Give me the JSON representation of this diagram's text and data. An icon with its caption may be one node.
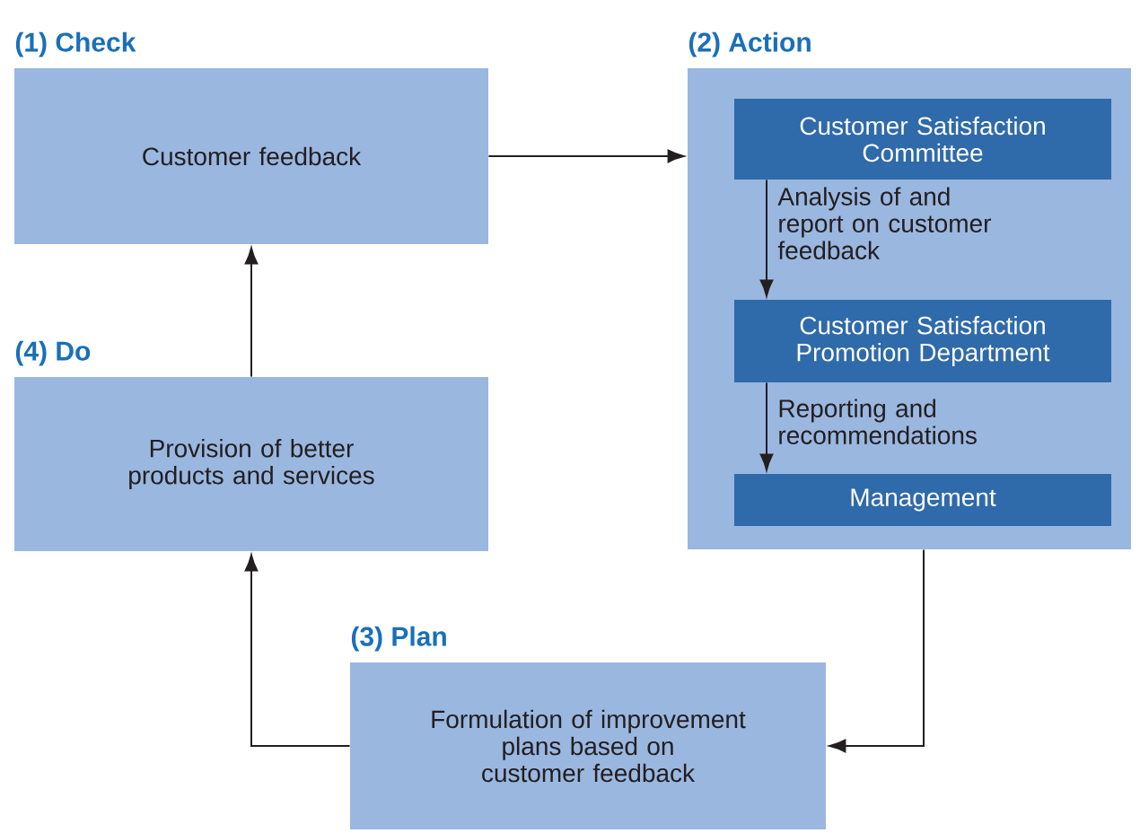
{
  "diagram": {
    "nodes": [
      {
        "text": [
          "(1) Check",
          "Customer feedback"
        ]
      },
      {
        "text": [
          "(2) Action"
        ]
      },
      {
        "text": [
          "Customer Satisfaction Committee"
        ],
        "in": 1
      },
      {
        "text": [
          "Customer Satisfaction Promotion Department"
        ],
        "in": 1
      },
      {
        "text": [
          "Management"
        ],
        "in": 1
      },
      {
        "text": [
          "(4) Do",
          "Provision of better products and services"
        ]
      },
      {
        "text": [
          "(3) Plan",
          "Formulation of improvement plans based on customer feedback"
        ]
      }
    ],
    "edges": [
      {
        "from": 0,
        "to": 1,
        "arrow": "to"
      },
      {
        "from": 2,
        "to": 3,
        "arrow": "to",
        "label": "Analysis of and report on customer feedback"
      },
      {
        "from": 3,
        "to": 4,
        "arrow": "to",
        "label": "Reporting and recommendations"
      },
      {
        "from": 1,
        "to": 6,
        "arrow": "to"
      },
      {
        "from": 6,
        "to": 5,
        "arrow": "to"
      },
      {
        "from": 5,
        "to": 0,
        "arrow": "to"
      }
    ]
  }
}
